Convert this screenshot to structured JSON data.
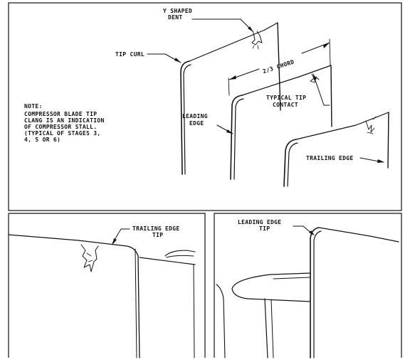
{
  "top_panel": {
    "labels": {
      "y_shaped_dent_l1": "Y SHAPED",
      "y_shaped_dent_l2": "DENT",
      "tip_curl": "TIP CURL",
      "chord": "2/3 CHORD",
      "typical_tip_contact_l1": "TYPICAL TIP",
      "typical_tip_contact_l2": "CONTACT",
      "leading_edge_l1": "LEADING",
      "leading_edge_l2": "EDGE",
      "trailing_edge": "TRAILING EDGE"
    },
    "note": {
      "heading": "NOTE:",
      "line1": "COMPRESSOR BLADE TIP",
      "line2": "CLANG IS AN INDICATION",
      "line3": "OF COMPRESSOR STALL.",
      "line4": "(TYPICAL OF STAGES 3,",
      "line5": "4, 5 OR 6)"
    }
  },
  "bottom_left_panel": {
    "labels": {
      "trailing_edge_tip_l1": "TRAILING EDGE",
      "trailing_edge_tip_l2": "TIP"
    }
  },
  "bottom_right_panel": {
    "labels": {
      "leading_edge_tip_l1": "LEADING EDGE",
      "leading_edge_tip_l2": "TIP"
    }
  }
}
